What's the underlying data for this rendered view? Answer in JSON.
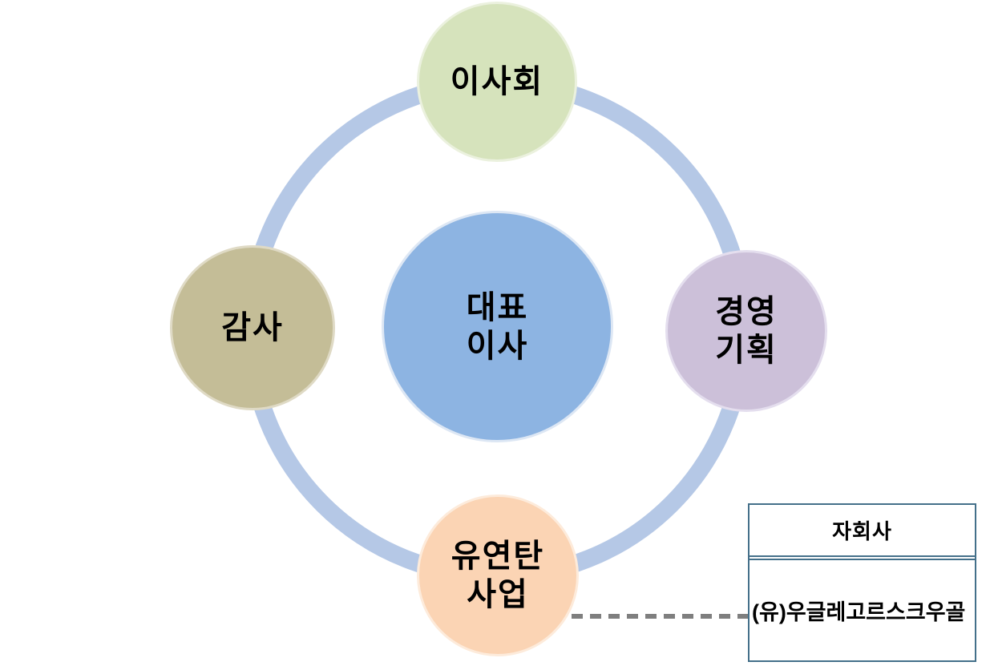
{
  "diagram": {
    "title": "organization-cycle-diagram",
    "ring_color": "#b5c8e6",
    "connector_color": "#7f7f7f",
    "nodes": {
      "center": {
        "label": "대표\n이사",
        "fill": "#8db4e2"
      },
      "top": {
        "label": "이사회",
        "fill": "#d6e3bc"
      },
      "left": {
        "label": "감사",
        "fill": "#c4bd97"
      },
      "right": {
        "label": "경영\n기획",
        "fill": "#ccc0d9"
      },
      "bottom": {
        "label": "유연탄\n사업",
        "fill": "#fbd4b4"
      }
    },
    "table": {
      "header": "자회사",
      "border_color": "#44708a",
      "rows": [
        "(유)우글레고르스크우골"
      ]
    }
  }
}
